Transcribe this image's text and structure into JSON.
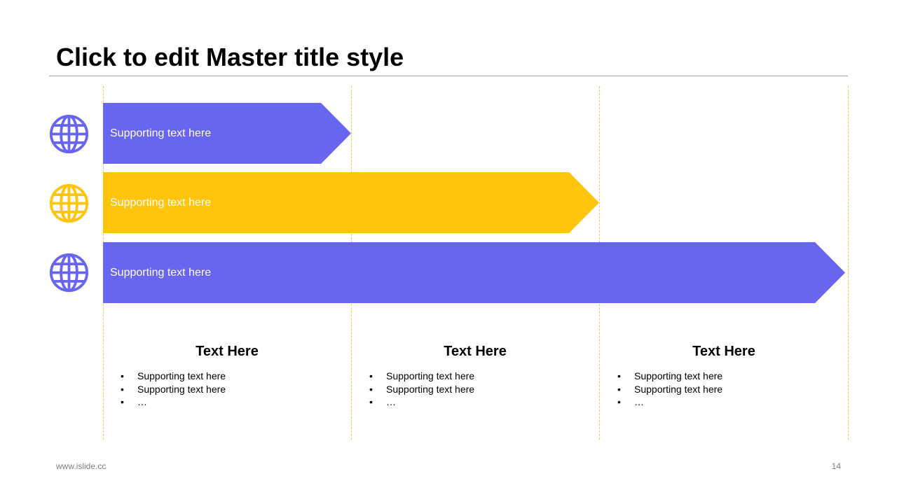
{
  "slide": {
    "title": "Click to edit Master title style",
    "footer_url": "www.islide.cc",
    "page_number": "14"
  },
  "colors": {
    "purple": "#6865F0",
    "yellow": "#FFC40C",
    "guide": "#F7C948"
  },
  "rows": [
    {
      "label": "Supporting text here",
      "icon": "globe-icon",
      "color": "purple"
    },
    {
      "label": "Supporting text here",
      "icon": "globe-icon",
      "color": "yellow"
    },
    {
      "label": "Supporting text here",
      "icon": "globe-icon",
      "color": "purple"
    }
  ],
  "columns": [
    {
      "title": "Text Here",
      "items": [
        "Supporting text here",
        "Supporting text here",
        "…"
      ]
    },
    {
      "title": "Text Here",
      "items": [
        "Supporting text here",
        "Supporting text here",
        "…"
      ]
    },
    {
      "title": "Text Here",
      "items": [
        "Supporting text here",
        "Supporting text here",
        "…"
      ]
    }
  ]
}
